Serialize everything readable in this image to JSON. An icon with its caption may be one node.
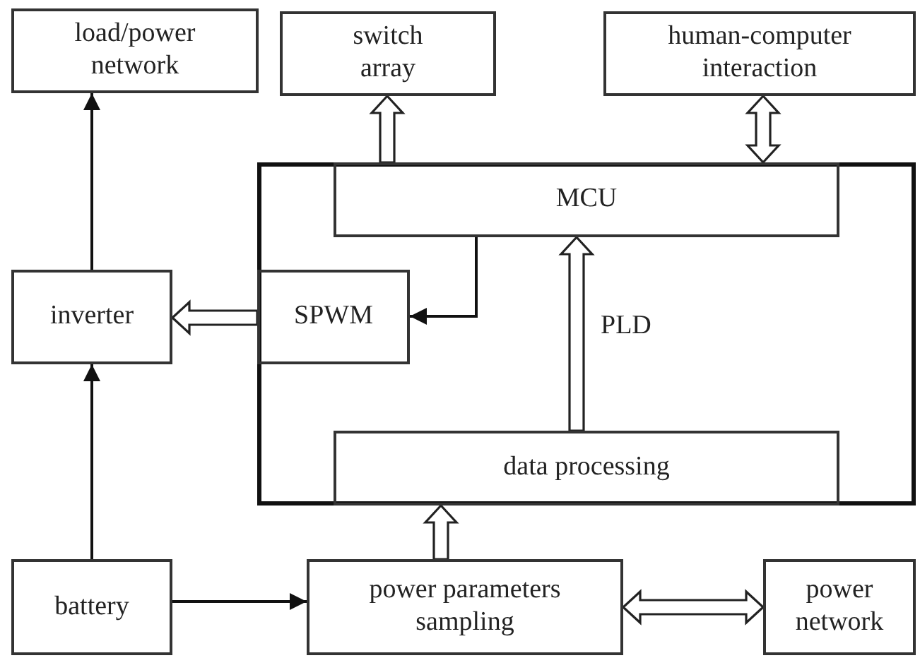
{
  "diagram": {
    "nodes": [
      {
        "text": [
          "load/power network"
        ]
      },
      {
        "text": [
          "switch array"
        ]
      },
      {
        "text": [
          "human-computer interaction"
        ]
      },
      {
        "text": [
          "PLD"
        ]
      },
      {
        "text": [
          "MCU"
        ],
        "in": 3
      },
      {
        "text": [
          "SPWM"
        ],
        "in": 3
      },
      {
        "text": [
          "data processing"
        ],
        "in": 3
      },
      {
        "text": [
          "inverter"
        ]
      },
      {
        "text": [
          "battery"
        ]
      },
      {
        "text": [
          "power parameters sampling"
        ]
      },
      {
        "text": [
          "power network"
        ]
      }
    ],
    "edges": [
      {
        "from": 7,
        "to": 0,
        "arrow": "to"
      },
      {
        "from": 8,
        "to": 7,
        "arrow": "to"
      },
      {
        "from": 8,
        "to": 9,
        "arrow": "to"
      },
      {
        "from": 4,
        "to": 5,
        "arrow": "to"
      },
      {
        "from": 4,
        "to": 1,
        "arrow": "to",
        "style": "thick"
      },
      {
        "from": 4,
        "to": 2,
        "arrow": "both",
        "style": "thick"
      },
      {
        "from": 5,
        "to": 7,
        "arrow": "to",
        "style": "thick"
      },
      {
        "from": 6,
        "to": 4,
        "arrow": "to",
        "style": "thick"
      },
      {
        "from": 9,
        "to": 6,
        "arrow": "to",
        "style": "thick"
      },
      {
        "from": 9,
        "to": 10,
        "arrow": "both",
        "style": "thick"
      }
    ]
  }
}
